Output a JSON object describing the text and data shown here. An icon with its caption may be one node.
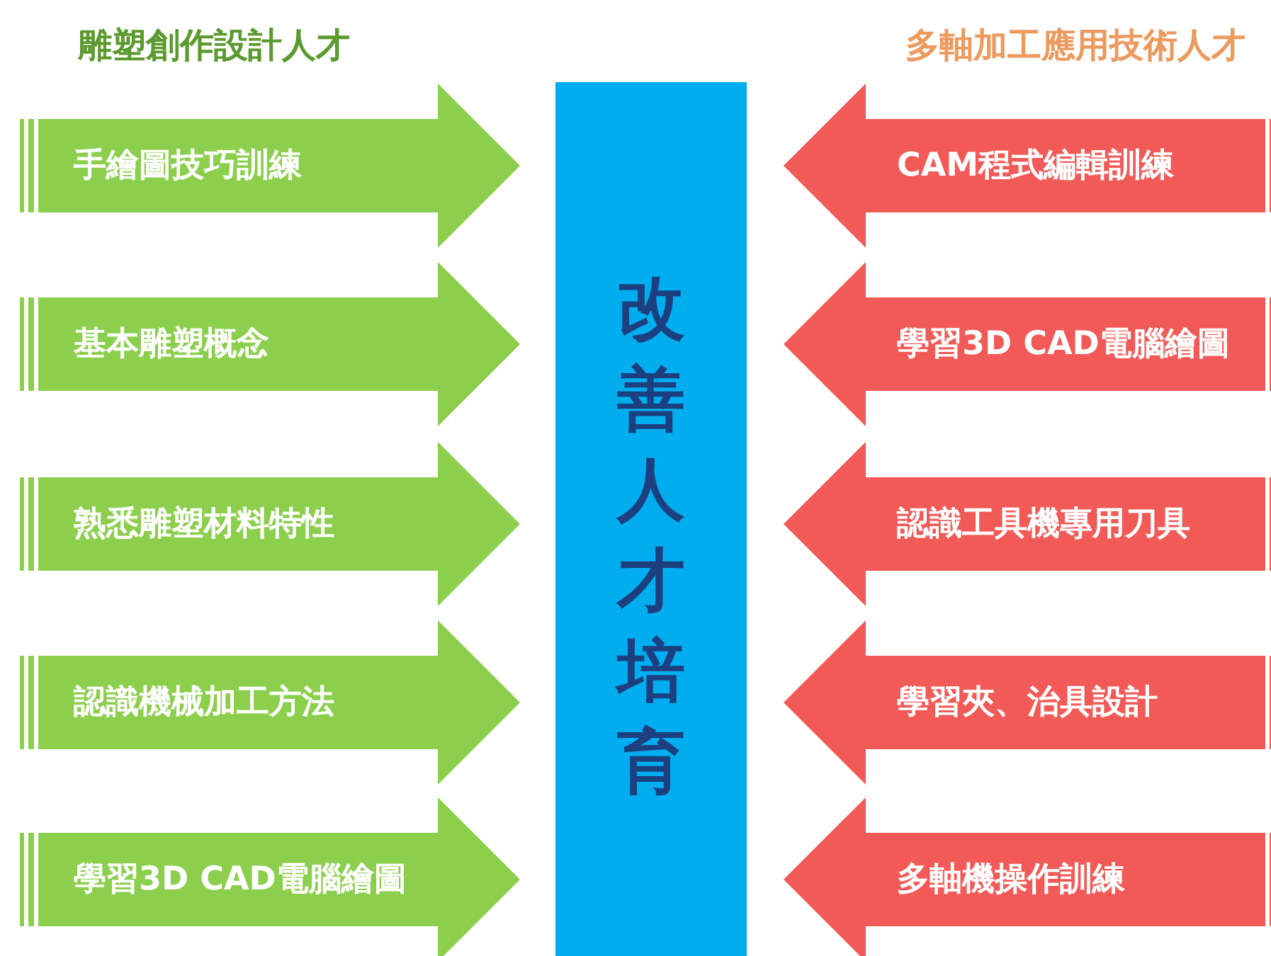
{
  "diagram": {
    "nodes": [
      {
        "text": [
          "改善人才培育"
        ]
      },
      {
        "text": [
          "手繪圖技巧訓練"
        ]
      },
      {
        "text": [
          "基本雕塑概念"
        ]
      },
      {
        "text": [
          "熟悉雕塑材料特性"
        ]
      },
      {
        "text": [
          "認識機械加工方法"
        ]
      },
      {
        "text": [
          "學習3D CAD電腦繪圖"
        ]
      },
      {
        "text": [
          "CAM程式編輯訓練"
        ]
      },
      {
        "text": [
          "學習3D CAD電腦繪圖"
        ]
      },
      {
        "text": [
          "認識工具機專用刀具"
        ]
      },
      {
        "text": [
          "學習夾、治具設計"
        ]
      },
      {
        "text": [
          "多軸機操作訓練"
        ]
      }
    ],
    "edges": [],
    "labels": [
      "雕塑創作設計人才",
      "多軸加工應用技術人才"
    ]
  }
}
